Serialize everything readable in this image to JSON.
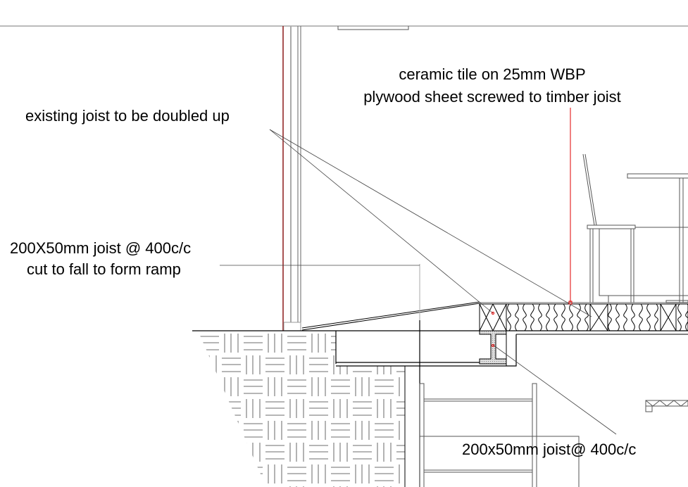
{
  "drawing": {
    "type": "construction-section-detail",
    "colors": {
      "line": "#000000",
      "leader_red": "#e00000",
      "wall_red": "#8b1a1a",
      "hatch": "#8a8a8a"
    },
    "annotations": {
      "floor_finish_line1": "ceramic tile on 25mm WBP",
      "floor_finish_line2": "plywood sheet screwed to timber joist",
      "existing_joist": "existing joist to be doubled up",
      "ramp_joist_line1": "200X50mm joist @ 400c/c",
      "ramp_joist_line2": "cut to fall to form ramp",
      "floor_joist": "200x50mm joist@ 400c/c"
    }
  }
}
